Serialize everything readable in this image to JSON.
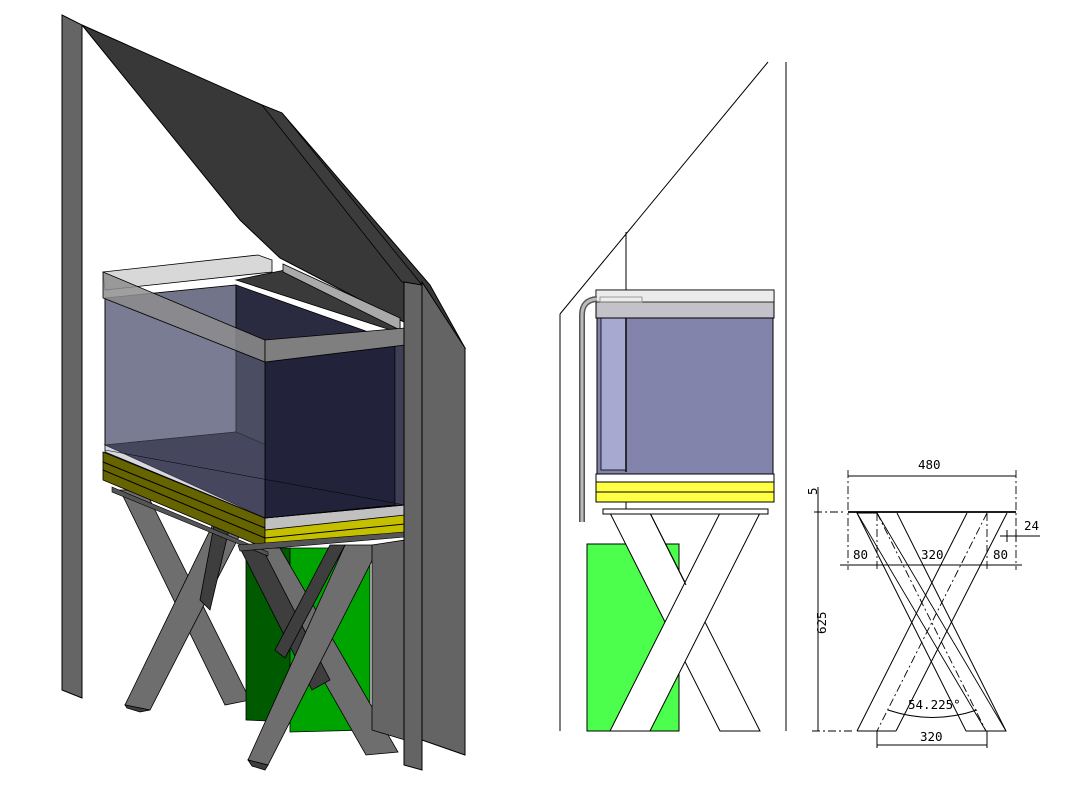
{
  "views": {
    "isometric": {
      "label": "3d-isometric-view"
    },
    "side": {
      "label": "side-elevation-view"
    },
    "stand_drawing": {
      "label": "stand-dimension-drawing"
    }
  },
  "colors": {
    "wall": "#656565",
    "roof": "#383838",
    "leg_light": "#6e6e6e",
    "leg_dark": "#3e3e3e",
    "tank_glass": "#72748a",
    "tank_dark": "#22233a",
    "tank_side_view": "#8384ac",
    "tank_side_view_light": "#a8a9d0",
    "base_yellow": "#c4c000",
    "base_yellow_side": "#ffff44",
    "base_yellow_dark": "#666400",
    "green_block": "#00a400",
    "green_block_dark": "#005a00",
    "green_side": "#4cff4c"
  },
  "dimensions": {
    "top_width": "480",
    "top_thickness": "5",
    "leg_inset_offset": "24",
    "left_overhang": "80",
    "middle_span": "320",
    "right_overhang": "80",
    "height": "625",
    "angle": "54.225°",
    "bottom_span": "320"
  }
}
